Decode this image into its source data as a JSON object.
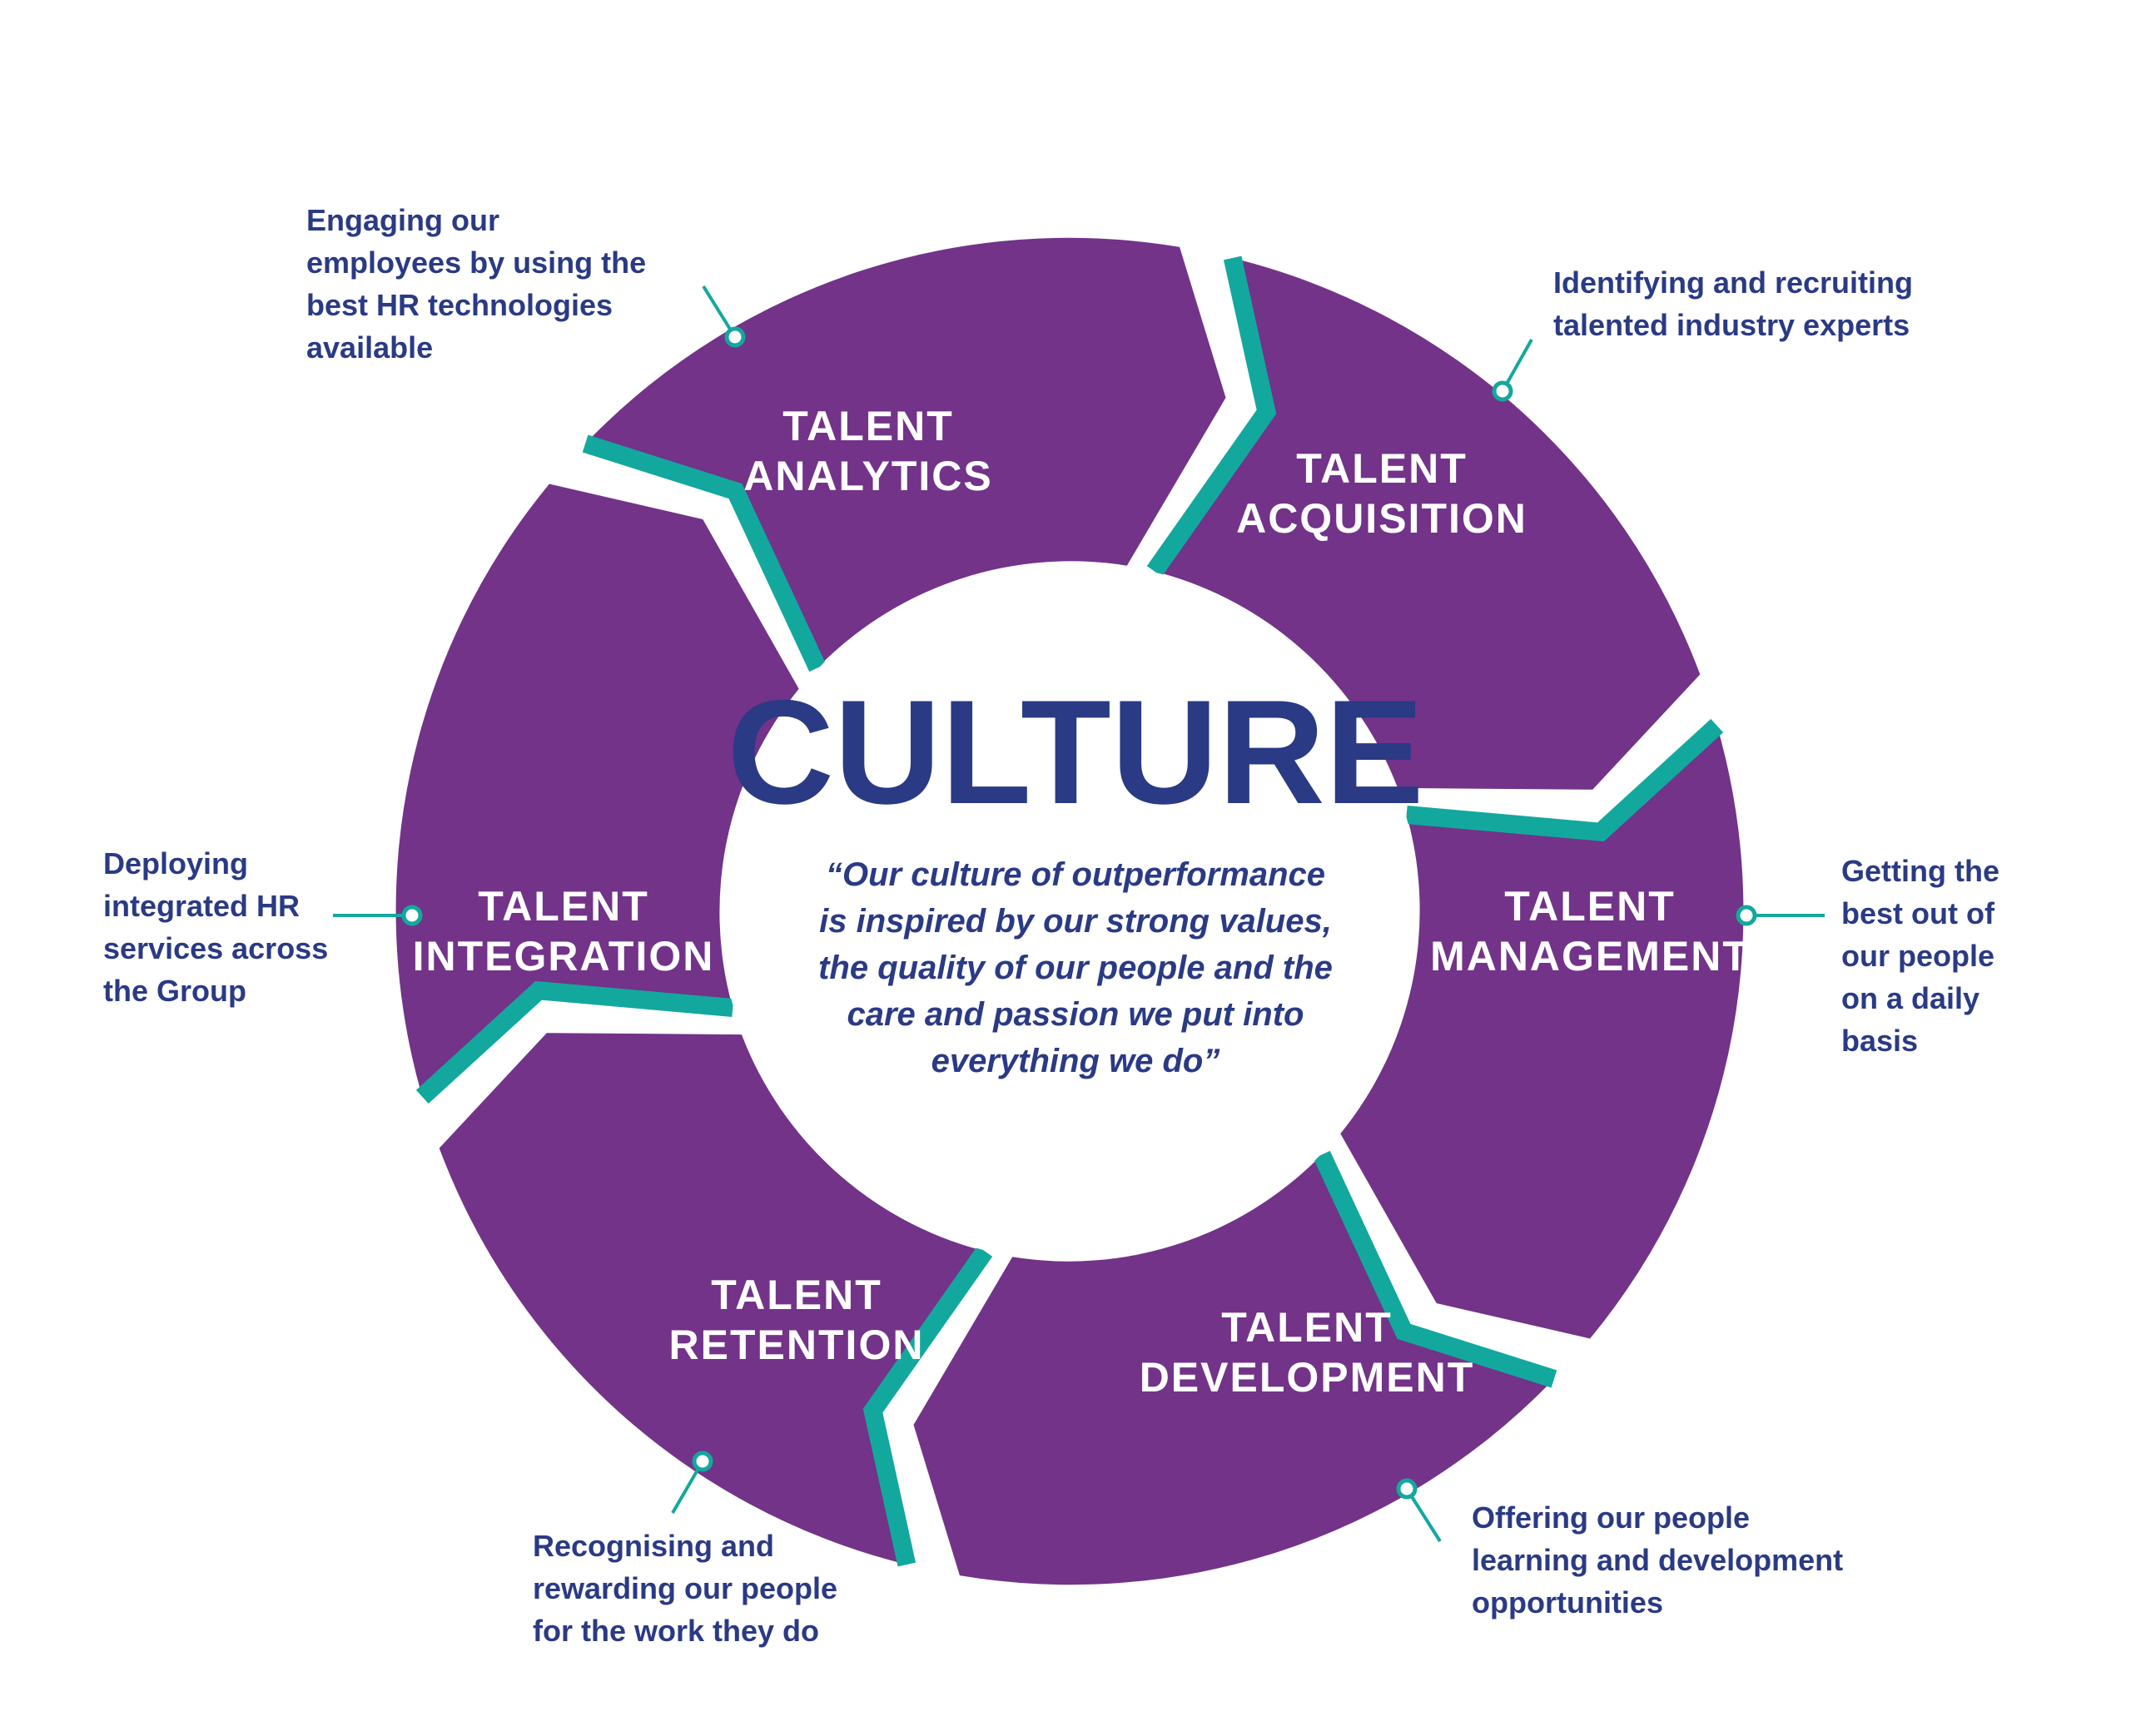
{
  "colors": {
    "segment": "#723389",
    "accent": "#13a89e",
    "text": "#2a3a84",
    "label": "#ffffff"
  },
  "center": {
    "title": "CULTURE",
    "quote_lines": [
      "“Our culture of outperformance",
      "is inspired by our strong values,",
      "the quality of our people and the",
      "care and passion we put into",
      "everything we do”"
    ]
  },
  "segments": [
    {
      "id": "acquisition",
      "label_lines": [
        "TALENT",
        "ACQUISITION"
      ],
      "note_lines": [
        "Identifying and recruiting",
        "talented industry experts"
      ]
    },
    {
      "id": "management",
      "label_lines": [
        "TALENT",
        "MANAGEMENT"
      ],
      "note_lines": [
        "Getting the",
        "best out of",
        "our people",
        "on a daily",
        "basis"
      ]
    },
    {
      "id": "development",
      "label_lines": [
        "TALENT",
        "DEVELOPMENT"
      ],
      "note_lines": [
        "Offering our people",
        "learning and development",
        "opportunities"
      ]
    },
    {
      "id": "retention",
      "label_lines": [
        "TALENT",
        "RETENTION"
      ],
      "note_lines": [
        "Recognising and",
        "rewarding our people",
        "for the work they do"
      ]
    },
    {
      "id": "integration",
      "label_lines": [
        "TALENT",
        "INTEGRATION"
      ],
      "note_lines": [
        "Deploying",
        "integrated HR",
        "services across",
        "the Group"
      ]
    },
    {
      "id": "analytics",
      "label_lines": [
        "TALENT",
        "ANALYTICS"
      ],
      "note_lines": [
        "Engaging our",
        "employees by using the",
        "best HR technologies",
        "available"
      ]
    }
  ]
}
